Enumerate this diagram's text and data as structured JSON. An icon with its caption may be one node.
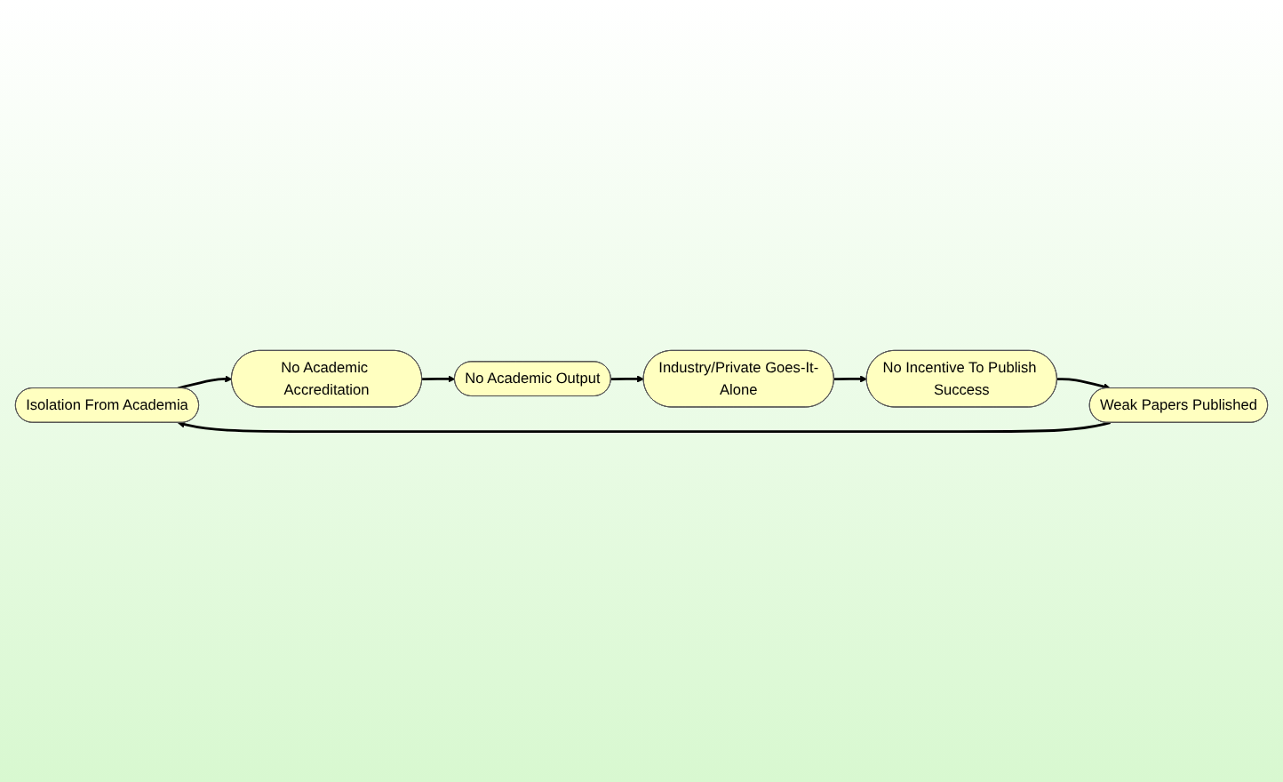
{
  "diagram": {
    "nodes": [
      {
        "text": [
          "Isolation From Academia"
        ]
      },
      {
        "text": [
          "No Academic Accreditation"
        ]
      },
      {
        "text": [
          "No Academic Output"
        ]
      },
      {
        "text": [
          "Industry/Private Goes-It-Alone"
        ]
      },
      {
        "text": [
          "No Incentive To Publish Success"
        ]
      },
      {
        "text": [
          "Weak Papers Published"
        ]
      }
    ],
    "edges": [
      {
        "from": 0,
        "to": 1,
        "arrow": "to"
      },
      {
        "from": 1,
        "to": 2,
        "arrow": "to"
      },
      {
        "from": 2,
        "to": 3,
        "arrow": "to"
      },
      {
        "from": 3,
        "to": 4,
        "arrow": "to"
      },
      {
        "from": 4,
        "to": 5,
        "arrow": "to"
      },
      {
        "from": 5,
        "to": 0,
        "arrow": "to"
      }
    ]
  }
}
